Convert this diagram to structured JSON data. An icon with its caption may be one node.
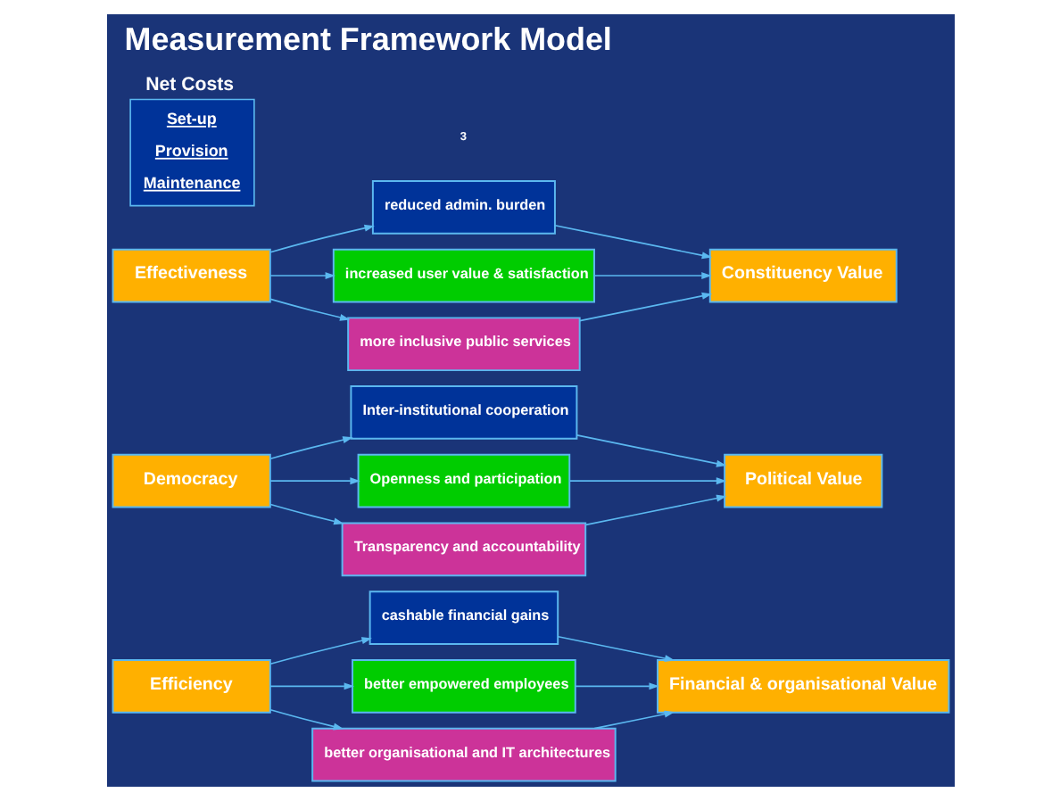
{
  "diagram": {
    "title": "Measurement Framework Model",
    "nodes": [
      {
        "text": [
          "Efficiency"
        ]
      },
      {
        "text": [
          "cashable financial gains"
        ]
      },
      {
        "text": [
          "better empowered employees"
        ]
      },
      {
        "text": [
          "better organisational and IT architectures"
        ]
      },
      {
        "text": [
          "Financial & organisational Value"
        ]
      },
      {
        "text": [
          "Democracy"
        ]
      },
      {
        "text": [
          "Inter-institutional cooperation"
        ]
      },
      {
        "text": [
          "Openness and participation"
        ]
      },
      {
        "text": [
          "Transparency and accountability"
        ]
      },
      {
        "text": [
          "Political Value"
        ]
      },
      {
        "text": [
          "Effectiveness"
        ]
      },
      {
        "text": [
          "reduced admin. burden"
        ]
      },
      {
        "text": [
          "increased user value & satisfaction"
        ]
      },
      {
        "text": [
          "more inclusive public services"
        ]
      },
      {
        "text": [
          "Constituency Value"
        ]
      },
      {
        "text": [
          "Net Costs",
          "Set-up",
          "Provision",
          "Maintenance"
        ]
      }
    ],
    "edges": [
      {
        "from": 0,
        "to": 1,
        "arrow": "to"
      },
      {
        "from": 0,
        "to": 2,
        "arrow": "to"
      },
      {
        "from": 0,
        "to": 3,
        "arrow": "to"
      },
      {
        "from": 1,
        "to": 4,
        "arrow": "to"
      },
      {
        "from": 2,
        "to": 4,
        "arrow": "to"
      },
      {
        "from": 3,
        "to": 4,
        "arrow": "to"
      },
      {
        "from": 5,
        "to": 6,
        "arrow": "to"
      },
      {
        "from": 5,
        "to": 7,
        "arrow": "to"
      },
      {
        "from": 5,
        "to": 8,
        "arrow": "to"
      },
      {
        "from": 6,
        "to": 9,
        "arrow": "to"
      },
      {
        "from": 7,
        "to": 9,
        "arrow": "to"
      },
      {
        "from": 8,
        "to": 9,
        "arrow": "to"
      },
      {
        "from": 10,
        "to": 11,
        "arrow": "to"
      },
      {
        "from": 10,
        "to": 12,
        "arrow": "to"
      },
      {
        "from": 10,
        "to": 13,
        "arrow": "to"
      },
      {
        "from": 11,
        "to": 14,
        "arrow": "to"
      },
      {
        "from": 12,
        "to": 14,
        "arrow": "to"
      },
      {
        "from": 13,
        "to": 14,
        "arrow": "to"
      }
    ],
    "labels": [
      "3"
    ]
  }
}
